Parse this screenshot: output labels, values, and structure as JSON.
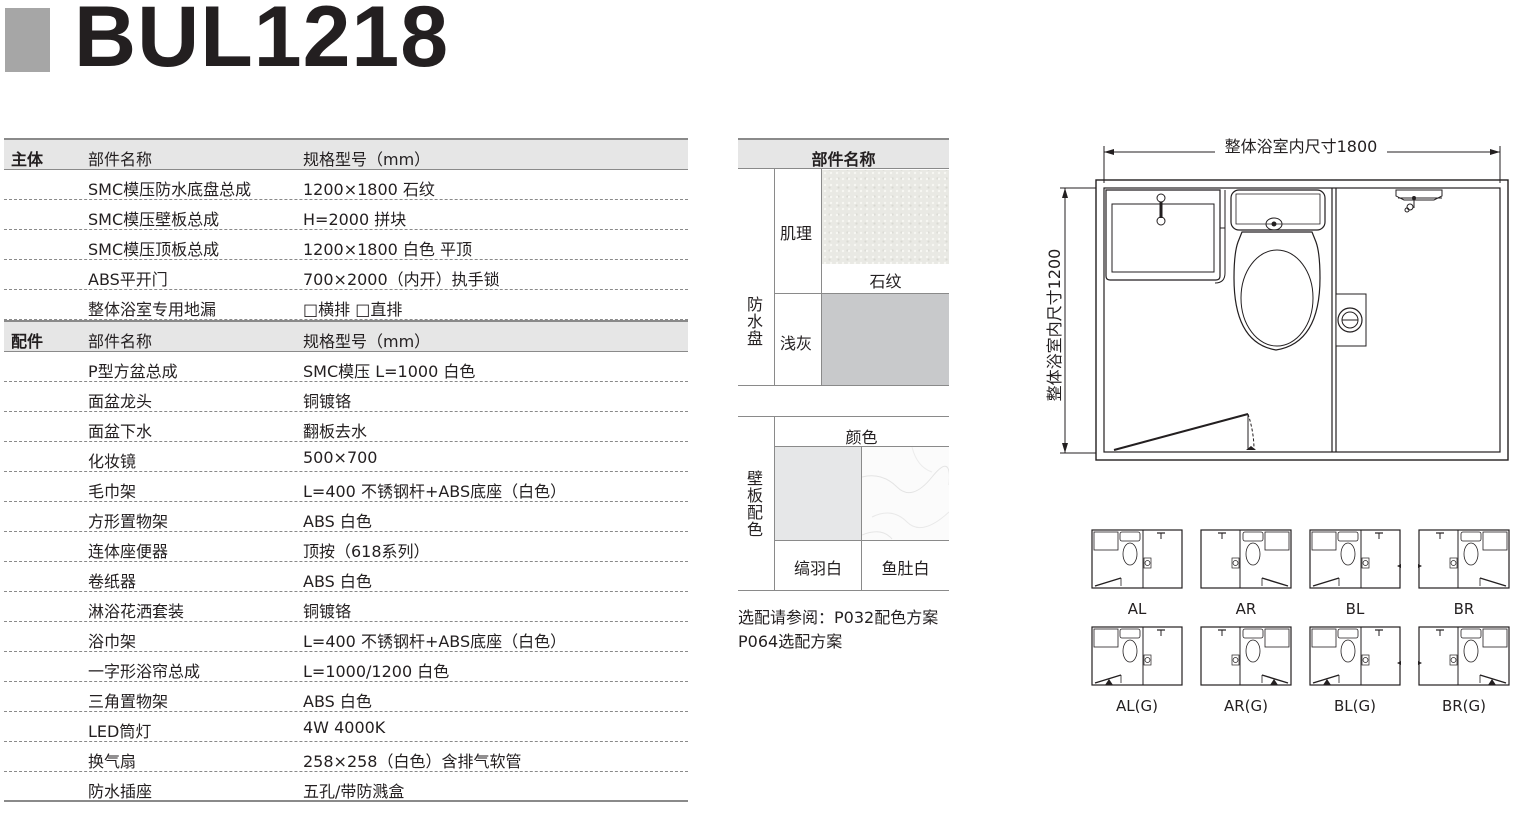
{
  "header": {
    "title": "BUL1218"
  },
  "spec_table": {
    "main": {
      "section": "主体",
      "col_name": "部件名称",
      "col_spec": "规格型号（mm）",
      "rows": [
        [
          "SMC模压防水底盘总成",
          "1200×1800 石纹"
        ],
        [
          "SMC模压壁板总成",
          "H=2000 拼块"
        ],
        [
          "SMC模压顶板总成",
          "1200×1800  白色 平顶"
        ],
        [
          "ABS平开门",
          "700×2000（内开）执手锁"
        ],
        [
          "整体浴室专用地漏",
          "□横排 □直排"
        ]
      ]
    },
    "parts": {
      "section": "配件",
      "col_name": "部件名称",
      "col_spec": "规格型号（mm）",
      "rows": [
        [
          "P型方盆总成",
          "SMC模压 L=1000 白色"
        ],
        [
          "面盆龙头",
          "铜镀铬"
        ],
        [
          "面盆下水",
          "翻板去水"
        ],
        [
          "化妆镜",
          "500×700"
        ],
        [
          "毛巾架",
          "L=400 不锈钢杆+ABS底座（白色）"
        ],
        [
          "方形置物架",
          "ABS 白色"
        ],
        [
          "连体座便器",
          "顶按（618系列）"
        ],
        [
          "卷纸器",
          "ABS 白色"
        ],
        [
          "淋浴花洒套装",
          "铜镀铬"
        ],
        [
          "浴巾架",
          "L=400 不锈钢杆+ABS底座（白色）"
        ],
        [
          "一字形浴帘总成",
          "L=1000/1200 白色"
        ],
        [
          "三角置物架",
          "ABS 白色"
        ],
        [
          "LED筒灯",
          "4W 4000K"
        ],
        [
          "换气扇",
          "258×258（白色）含排气软管"
        ],
        [
          "防水插座",
          "五孔/带防溅盒"
        ]
      ]
    }
  },
  "materials": {
    "header": "部件名称",
    "floor": {
      "label": "防水盘",
      "texture": "肌理",
      "texture_name": "石纹",
      "shade": "浅灰"
    },
    "wall": {
      "label": "壁板配色",
      "color_header": "颜色",
      "options": [
        "缟羽白",
        "鱼肚白"
      ]
    },
    "note_line1": "选配请参阅：P032配色方案",
    "note_line2": "P064选配方案"
  },
  "floor_plan": {
    "width_label": "整体浴室内尺寸1800",
    "depth_label": "整体浴室内尺寸1200"
  },
  "variants": [
    "AL",
    "AR",
    "BL",
    "BR",
    "AL(G)",
    "AR(G)",
    "BL(G)",
    "BR(G)"
  ],
  "colors": {
    "header_bg": "#e6e6e6",
    "rule": "#8a8a8a",
    "title_block": "#a6a6a6",
    "text": "#231f20"
  }
}
